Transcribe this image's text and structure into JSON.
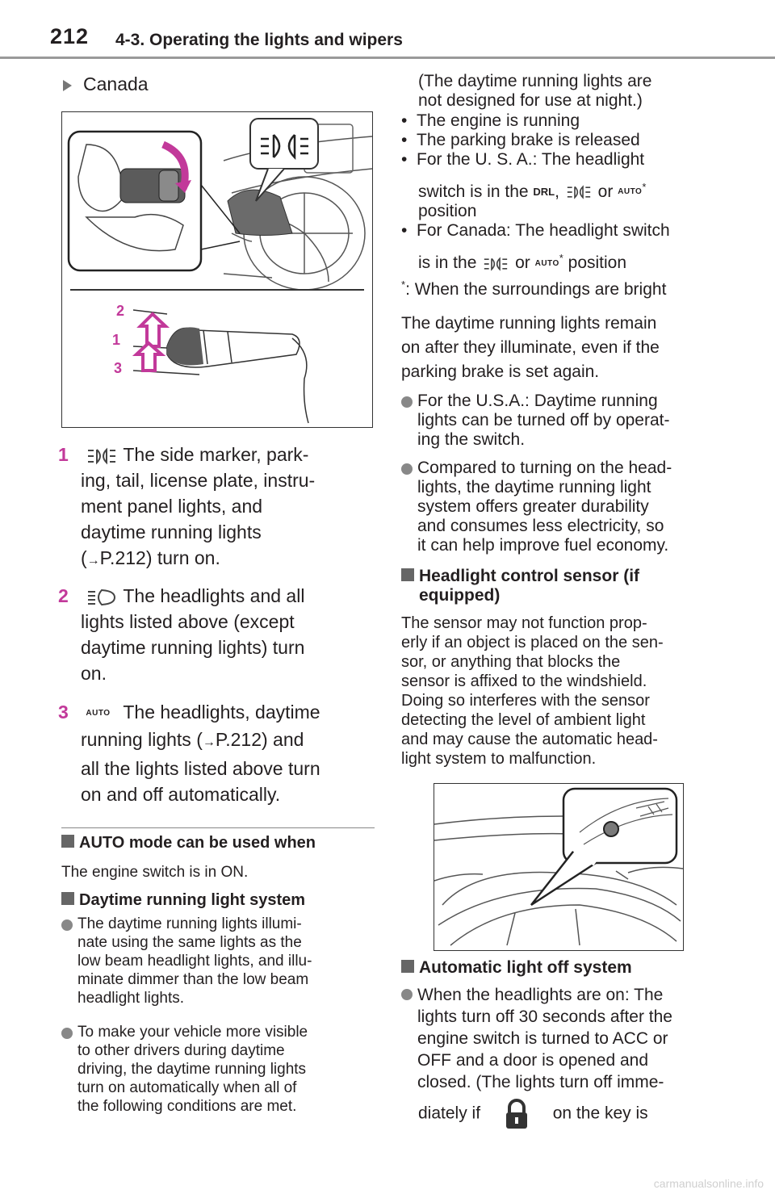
{
  "header": {
    "page_number": "212",
    "section_title": "4-3. Operating the lights and wipers"
  },
  "left": {
    "subhead": "Canada",
    "figure_labels": [
      "2",
      "1",
      "3"
    ],
    "items": [
      {
        "num": "1",
        "icon": "side-marker-lights-icon",
        "text": "The side marker, parking, tail, license plate, instrument panel lights, and daytime running lights",
        "ref": "P.212",
        "tail": "turn on.",
        "lines": [
          "The side marker, park-",
          "ing, tail, license plate, instru-",
          "ment panel lights, and",
          "daytime running lights",
          "P.212) turn on."
        ]
      },
      {
        "num": "2",
        "icon": "headlight-icon",
        "lines": [
          "The headlights and all",
          "lights listed above (except",
          "daytime running lights) turn",
          "on."
        ]
      },
      {
        "num": "3",
        "icon": "auto-icon",
        "lines": [
          "The headlights, daytime",
          "running lights (",
          "P.212) and",
          "all the lights listed above turn",
          "on and off automatically."
        ]
      }
    ],
    "auto_mode": {
      "heading": "AUTO mode can be used when",
      "text": "The engine switch is in ON."
    },
    "drl": {
      "heading": "Daytime running light system",
      "bullet1": [
        "The daytime running lights illumi-",
        "nate using the same lights as the",
        "low beam headlight lights, and illu-",
        "minate dimmer than the low beam",
        "headlight lights."
      ],
      "bullet2": [
        "To make your vehicle more visible",
        "to other drivers during daytime",
        "driving, the daytime running lights",
        "turn on automatically when all of",
        "the following conditions are met."
      ]
    }
  },
  "right": {
    "cont_lines": [
      "(The daytime running lights are",
      "not designed for use at night.)"
    ],
    "conds": [
      "The engine is running",
      "The parking brake is released",
      "For the U. S. A.: The headlight"
    ],
    "cond3b": [
      "switch is in the",
      ",",
      "or",
      "position"
    ],
    "cond4": [
      "For Canada: The headlight switch",
      "is in the",
      "or",
      "position"
    ],
    "footnote": ": When the surroundings are bright",
    "remain_lines": [
      "The daytime running lights remain",
      "on after they illuminate, even if the",
      "parking brake is set again."
    ],
    "b1": [
      "For the U.S.A.: Daytime running",
      "lights can be turned off by operat-",
      "ing the switch."
    ],
    "b2": [
      "Compared to turning on the head-",
      "lights, the daytime running light",
      "system offers greater durability",
      "and consumes less electricity, so",
      "it can help improve fuel economy."
    ],
    "sensor_heading": [
      "Headlight control sensor (if",
      "equipped)"
    ],
    "sensor_lines": [
      "The sensor may not function prop-",
      "erly if an object is placed on the sen-",
      "sor, or anything that blocks the",
      "sensor is affixed to the windshield.",
      "Doing so interferes with the sensor",
      "detecting the level of ambient light",
      "and may cause the automatic head-",
      "light system to malfunction."
    ],
    "auto_off_heading": "Automatic light off system",
    "auto_off_lines": [
      "When the headlights are on: The",
      "lights turn off 30 seconds after the",
      "engine switch is turned to ACC or",
      "OFF and a door is opened and",
      "closed. (The lights turn off imme-"
    ],
    "last_line": [
      "diately if",
      "on the key is"
    ]
  },
  "icons": {
    "drl": "DRL",
    "auto": "AUTO",
    "star": "*"
  },
  "watermark": "carmanualsonline.info"
}
